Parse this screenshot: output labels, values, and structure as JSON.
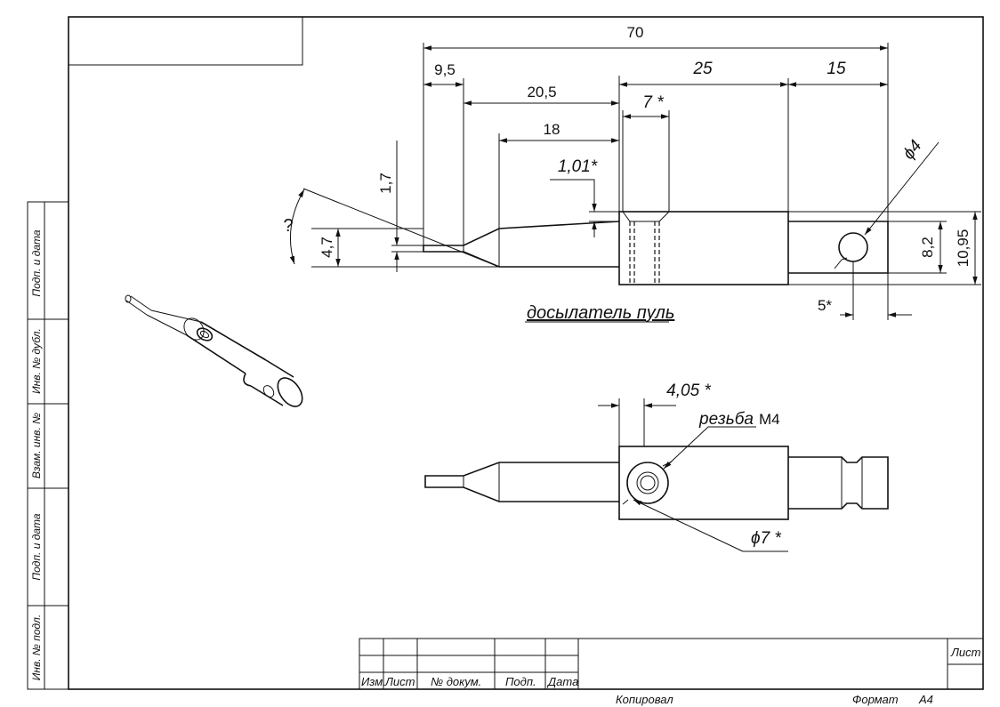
{
  "dimensions": {
    "overall_length": "70",
    "d_9_5": "9,5",
    "d_20_5": "20,5",
    "d_18": "18",
    "d_25": "25",
    "d_15": "15",
    "d_7": "7 *",
    "d_1_01": "1,01*",
    "d_1_7": "1,7",
    "d_4_7": "4,7",
    "d_8_2": "8,2",
    "d_10_95": "10,95",
    "d_5": "5*",
    "d_phi4": "ϕ4",
    "d_4_05": "4,05 *",
    "d_phi7": "ϕ7 *",
    "angle_unknown": "?"
  },
  "labels": {
    "part_name": "досылатель пуль",
    "thread_prefix": "резьба",
    "thread_size": "M4"
  },
  "title_block": {
    "izm": "Изм.",
    "list": "Лист",
    "doc_no": "№ докум.",
    "sign": "Подп.",
    "date": "Дата",
    "sheet": "Лист",
    "copied": "Копировал",
    "format_label": "Формат",
    "format_value": "А4"
  },
  "side_stamp": {
    "podp_i_data_1": "Подп. и дата",
    "inv_dubl": "Инв. № дубл.",
    "vzam_inv": "Взам. инв. №",
    "podp_i_data_2": "Подп. и дата",
    "inv_podl": "Инв. № подл."
  }
}
